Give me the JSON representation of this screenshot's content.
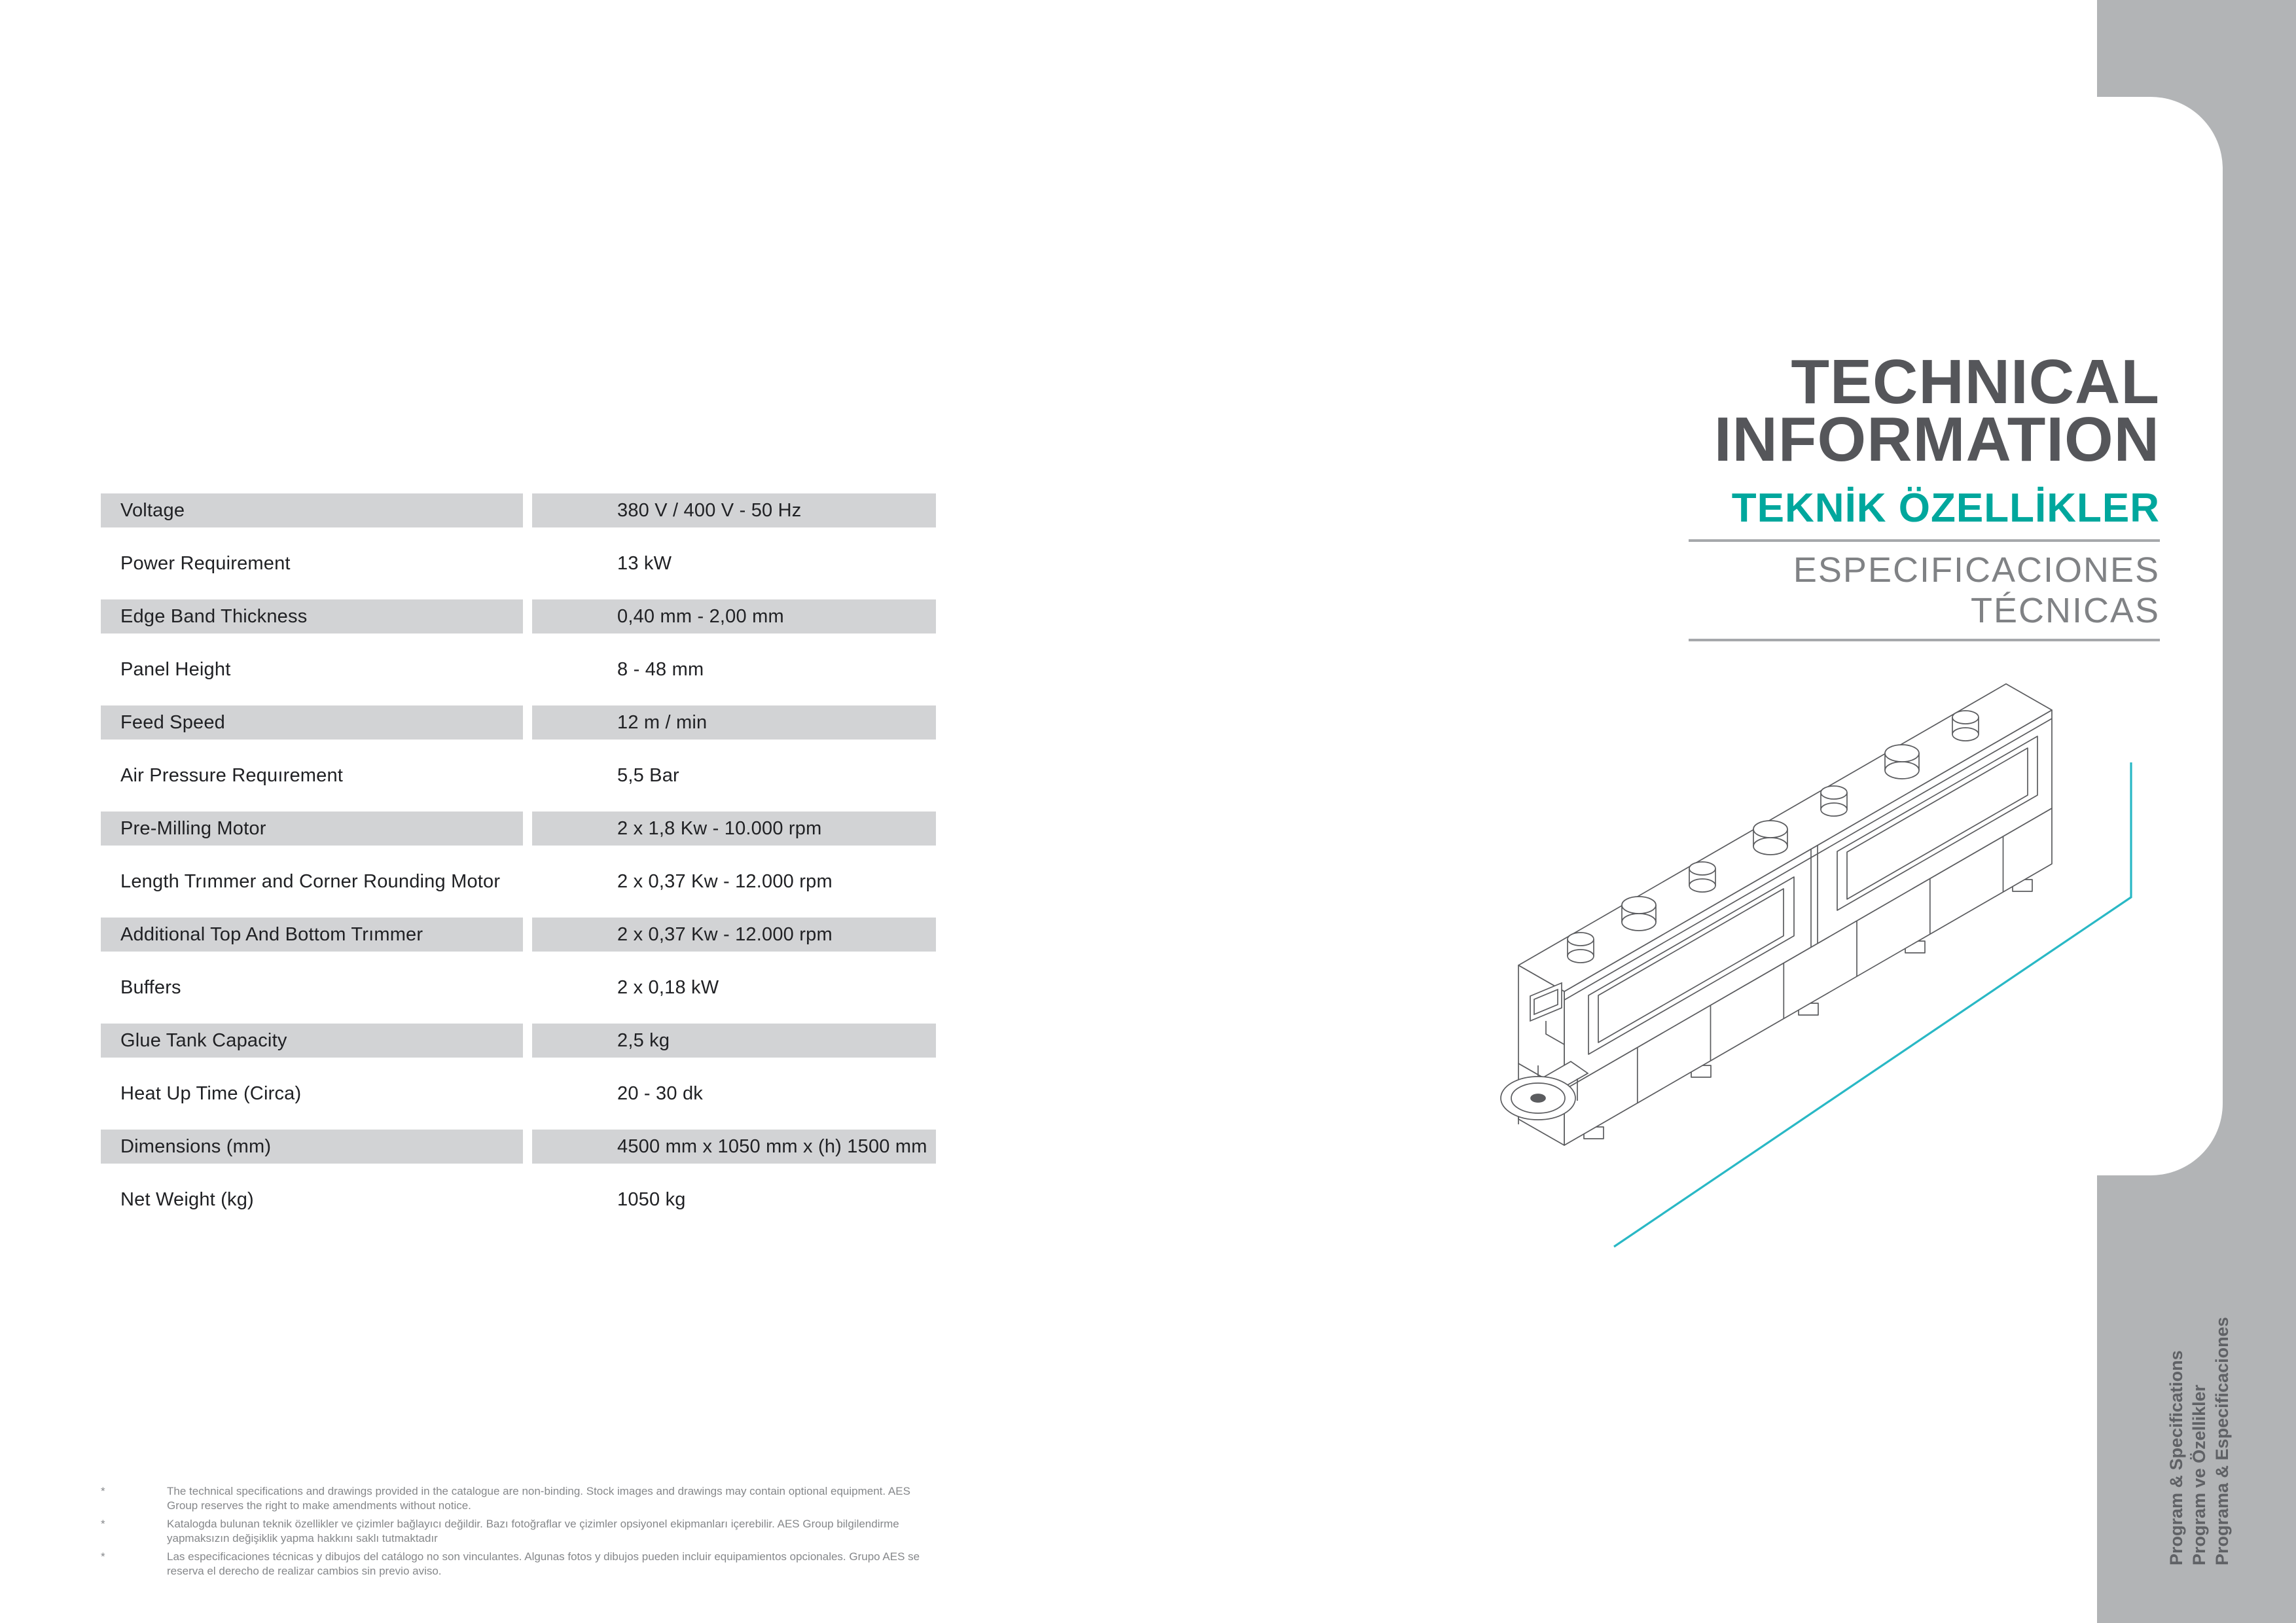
{
  "title_block": {
    "line1": "TECHNICAL",
    "line2": "INFORMATION",
    "subtitle_tr": "TEKNİK ÖZELLİKLER",
    "subtitle_es": "ESPECIFICACIONES TÉCNICAS"
  },
  "spec_table": {
    "rows": [
      {
        "label": "Voltage",
        "value": "380 V / 400 V - 50 Hz"
      },
      {
        "label": "Power Requirement",
        "value": "13 kW"
      },
      {
        "label": "Edge Band Thickness",
        "value": "0,40 mm - 2,00 mm"
      },
      {
        "label": "Panel Height",
        "value": "8 - 48 mm"
      },
      {
        "label": "Feed Speed",
        "value": "12 m / min"
      },
      {
        "label": "Air Pressure Requırement",
        "value": "5,5 Bar"
      },
      {
        "label": "Pre-Milling Motor",
        "value": "2 x 1,8 Kw - 10.000 rpm"
      },
      {
        "label": "Length Trımmer and Corner Rounding Motor",
        "value": "2 x 0,37 Kw - 12.000 rpm"
      },
      {
        "label": "Additional Top And Bottom Trımmer",
        "value": "2 x 0,37 Kw - 12.000 rpm"
      },
      {
        "label": "Buffers",
        "value": "2 x 0,18 kW"
      },
      {
        "label": "Glue Tank Capacity",
        "value": "2,5 kg"
      },
      {
        "label": "Heat Up Time (Circa)",
        "value": "20 - 30 dk"
      },
      {
        "label": "Dimensions (mm)",
        "value": "4500 mm x 1050 mm x (h) 1500 mm"
      },
      {
        "label": "Net Weight (kg)",
        "value": "1050 kg"
      }
    ]
  },
  "footnotes": [
    {
      "marker": "*",
      "text": "The technical specifications and drawings provided in the catalogue are non-binding. Stock images and drawings may contain optional equipment. AES Group reserves the right to make amendments  without notice."
    },
    {
      "marker": "*",
      "text": "Katalogda bulunan teknik özellikler ve çizimler bağlayıcı değildir. Bazı fotoğraflar ve çizimler opsiyonel ekipmanları içerebilir. AES Group bilgilendirme yapmaksızın değişiklik yapma hakkını saklı  tutmaktadır"
    },
    {
      "marker": "*",
      "text": "Las especificaciones técnicas y dibujos del catálogo no son vinculantes. Algunas fotos y dibujos pueden incluir equipamientos opcionales. Grupo AES se reserva el derecho de realizar cambios sin  previo aviso."
    }
  ],
  "sidebar_tab": {
    "labels": [
      "Program & Specifications",
      "Program ve Özellikler",
      "Programa & Especificaciones"
    ]
  },
  "colors": {
    "accent_teal": "#00a79d",
    "drawing_teal": "#29b8c5",
    "row_gray": "#d2d3d5",
    "sidebar_gray": "#b2b4b6",
    "title_gray": "#55565a"
  },
  "drawing": {
    "name": "edge-banding-machine-isometric-line-drawing"
  }
}
